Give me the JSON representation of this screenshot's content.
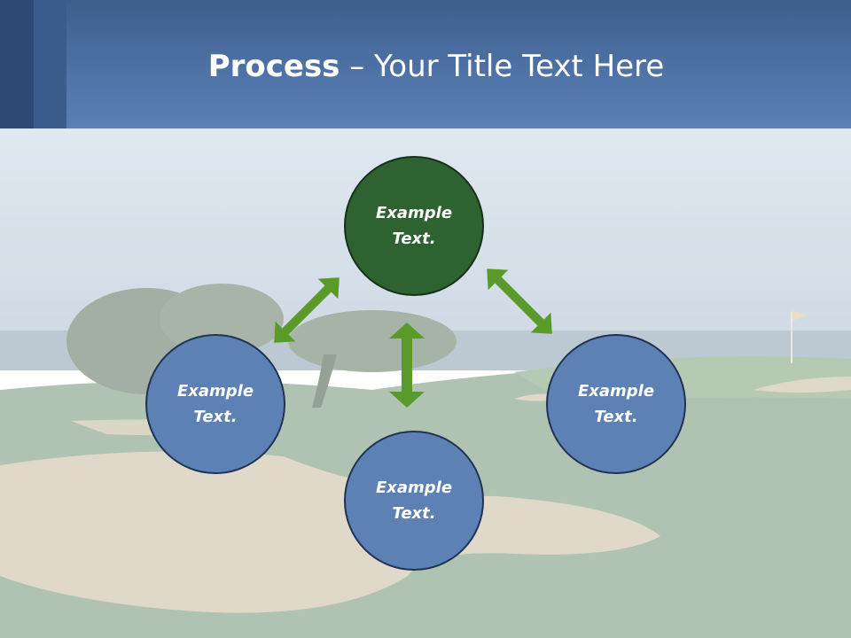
{
  "slide": {
    "title_bold": "Process",
    "title_rest": " – Your Title Text Here"
  },
  "diagram": {
    "top": "Example\nText.",
    "left": "Example\nText.",
    "right": "Example\nText.",
    "bottom": "Example\nText."
  },
  "colors": {
    "header": "#4d70a4",
    "top_circle": "#2e6230",
    "other_circles": "#5e81b5",
    "arrows": "#5a9a2a"
  }
}
